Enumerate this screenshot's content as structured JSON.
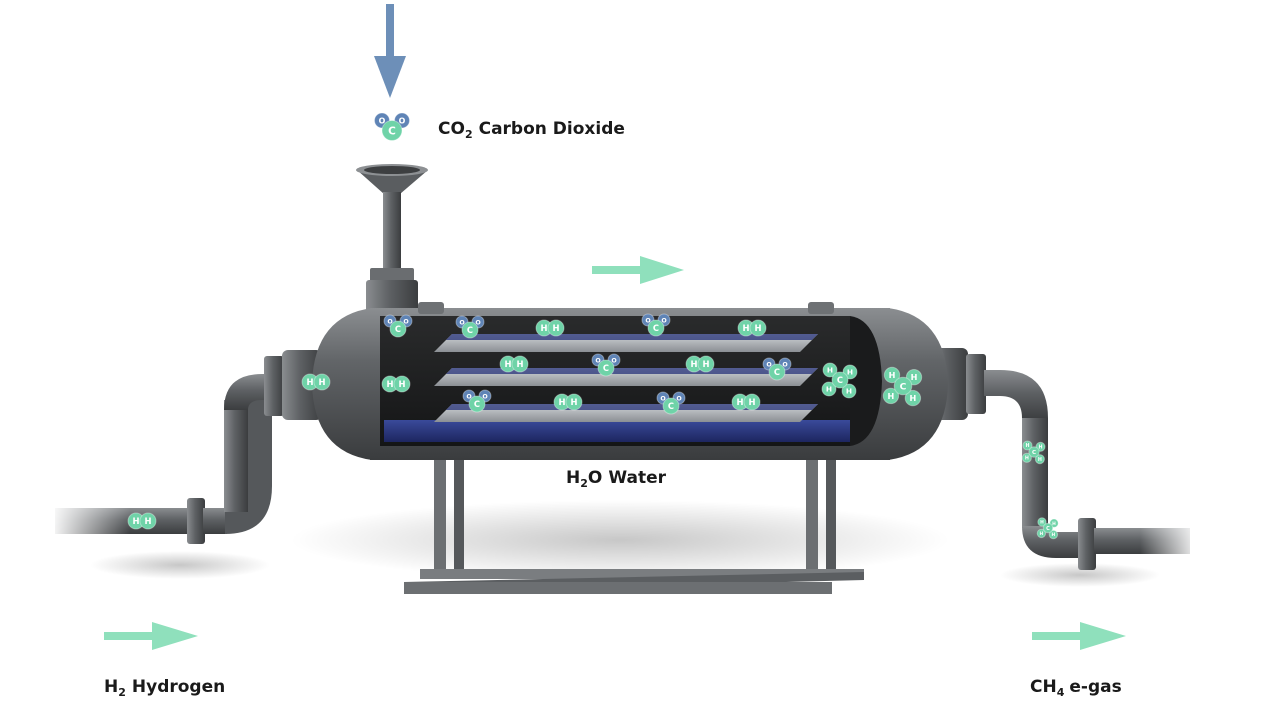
{
  "labels": {
    "co2": {
      "formula": "CO",
      "sub": "2",
      "name": "Carbon Dioxide"
    },
    "h2": {
      "formula": "H",
      "sub": "2",
      "name": "Hydrogen"
    },
    "ch4": {
      "formula": "CH",
      "sub": "4",
      "name": "e-gas"
    },
    "h2o": {
      "formula_a": "H",
      "sub": "2",
      "formula_b": "O",
      "name": "Water"
    }
  },
  "atoms": {
    "h": "H",
    "c": "C",
    "o": "O"
  },
  "colors": {
    "background": "#ffffff",
    "vessel": "#5b5e60",
    "vessel_dark": "#1c1d1e",
    "water": "#27337a",
    "hydrogen_atom": "#6fd3a8",
    "carbon_atom": "#6fd3a8",
    "oxygen_atom": "#5f84b6",
    "flow_arrow": "#8fe0bc",
    "input_arrow": "#6d8fb8"
  }
}
